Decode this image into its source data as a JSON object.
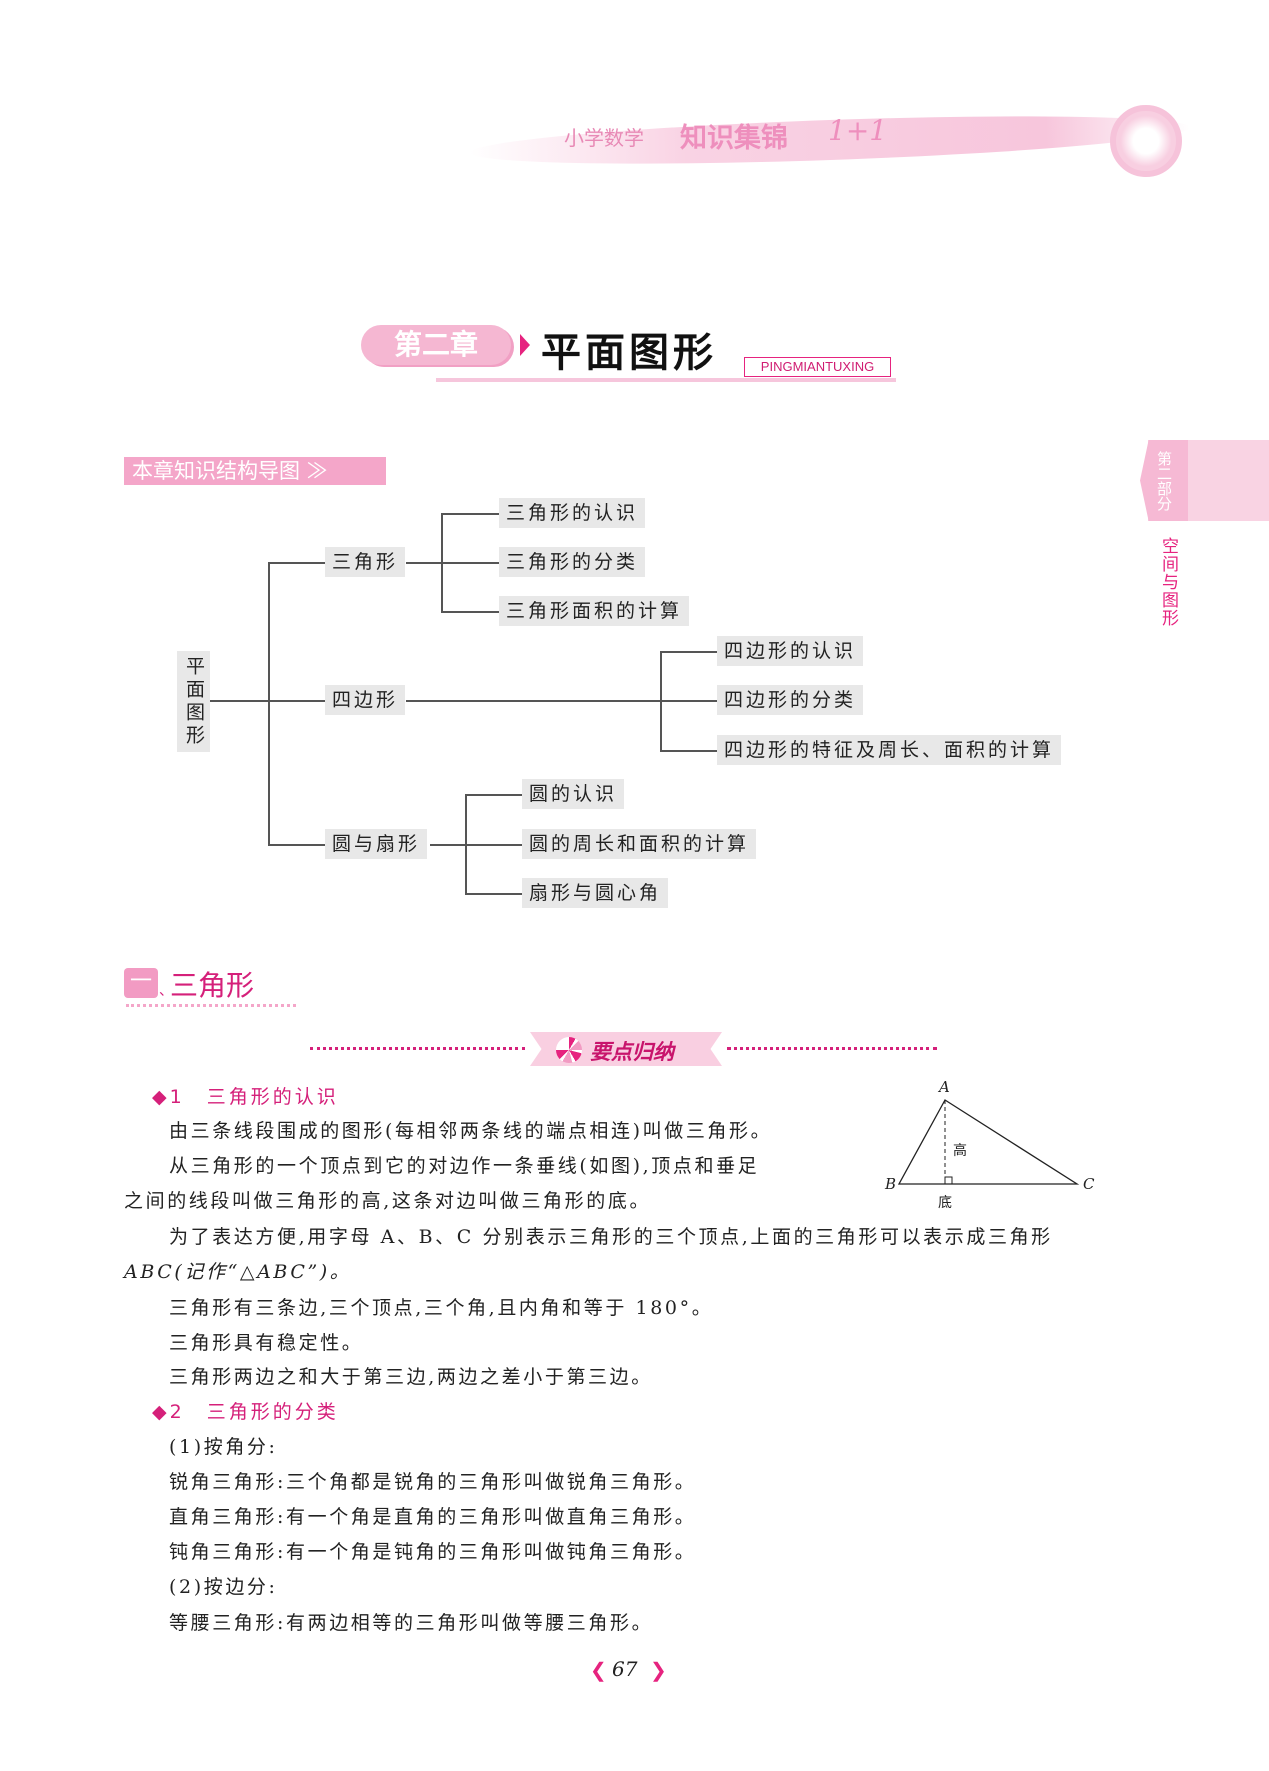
{
  "header": {
    "series": "小学数学",
    "brand": "知识集锦",
    "brand_mark": "1+1"
  },
  "chapter": {
    "label": "第二章",
    "title": "平面图形",
    "pinyin": "PINGMIANTUXING"
  },
  "side_tab": {
    "part": "第二部分",
    "subject": "空间与图形"
  },
  "map": {
    "label": "本章知识结构导图 ≫",
    "root": "平面图形",
    "branches": [
      {
        "label": "三角形",
        "children": [
          "三角形的认识",
          "三角形的分类",
          "三角形面积的计算"
        ]
      },
      {
        "label": "四边形",
        "children": [
          "四边形的认识",
          "四边形的分类",
          "四边形的特征及周长、面积的计算"
        ]
      },
      {
        "label": "圆与扇形",
        "children": [
          "圆的认识",
          "圆的周长和面积的计算",
          "扇形与圆心角"
        ]
      }
    ]
  },
  "section": {
    "number": "一",
    "sep": "、",
    "title": "三角形",
    "banner": "要点归纳"
  },
  "points": [
    {
      "title": "◆1　三角形的认识"
    },
    {
      "title": "◆2　三角形的分类"
    }
  ],
  "lines": [
    "由三条线段围成的图形(每相邻两条线的端点相连)叫做三角形。",
    "从三角形的一个顶点到它的对边作一条垂线(如图),顶点和垂足",
    "之间的线段叫做三角形的高,这条对边叫做三角形的底。",
    "为了表达方便,用字母 A、B、C 分别表示三角形的三个顶点,上面的三角形可以表示成三角形",
    "ABC(记作“△ABC”)。",
    "三角形有三条边,三个顶点,三个角,且内角和等于 180°。",
    "三角形具有稳定性。",
    "三角形两边之和大于第三边,两边之差小于第三边。",
    "(1)按角分:",
    "锐角三角形:三个角都是锐角的三角形叫做锐角三角形。",
    "直角三角形:有一个角是直角的三角形叫做直角三角形。",
    "钝角三角形:有一个角是钝角的三角形叫做钝角三角形。",
    "(2)按边分:",
    "等腰三角形:有两边相等的三角形叫做等腰三角形。"
  ],
  "figure": {
    "A": "A",
    "B": "B",
    "C": "C",
    "height_label": "高",
    "base_label": "底"
  },
  "page_number": "67",
  "colors": {
    "accent": "#e6237f",
    "pink": "#f4a6c9",
    "node_bg": "#e8e8e8"
  }
}
